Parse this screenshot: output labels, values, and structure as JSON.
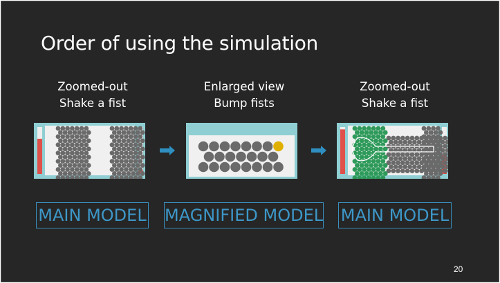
{
  "slide": {
    "title": "Order of using the simulation",
    "page_number": "20",
    "steps": [
      {
        "line1": "Zoomed-out",
        "line2": "Shake a fist",
        "label": "MAIN MODEL",
        "image": "main-model-initial-screenshot"
      },
      {
        "line1": "Enlarged view",
        "line2": "Bump fists",
        "label": "MAGNIFIED MODEL",
        "image": "magnified-model-screenshot"
      },
      {
        "line1": "Zoomed-out",
        "line2": "Shake a fist",
        "label": "MAIN MODEL",
        "image": "main-model-deformed-screenshot"
      }
    ],
    "colors": {
      "background": "#262626",
      "accent": "#3d97c8",
      "arrow": "#2f8fc0",
      "atom": "#6a6a6a",
      "green_atom": "#2e9a5a",
      "gold_atom": "#e0b000"
    }
  }
}
